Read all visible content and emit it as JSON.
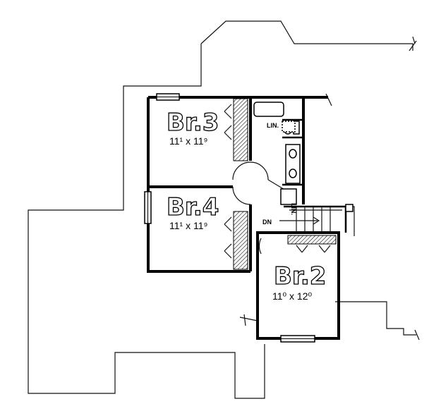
{
  "rooms": [
    {
      "name": "Br.3",
      "size": "11¹ x 11⁹"
    },
    {
      "name": "Br.4",
      "size": "11¹ x 11⁹"
    },
    {
      "name": "Br.2",
      "size": "11⁰ x 12⁰"
    }
  ],
  "labels": {
    "linen_top": "LIN.",
    "linen_side": "LIN.",
    "stair_down": "DN"
  }
}
